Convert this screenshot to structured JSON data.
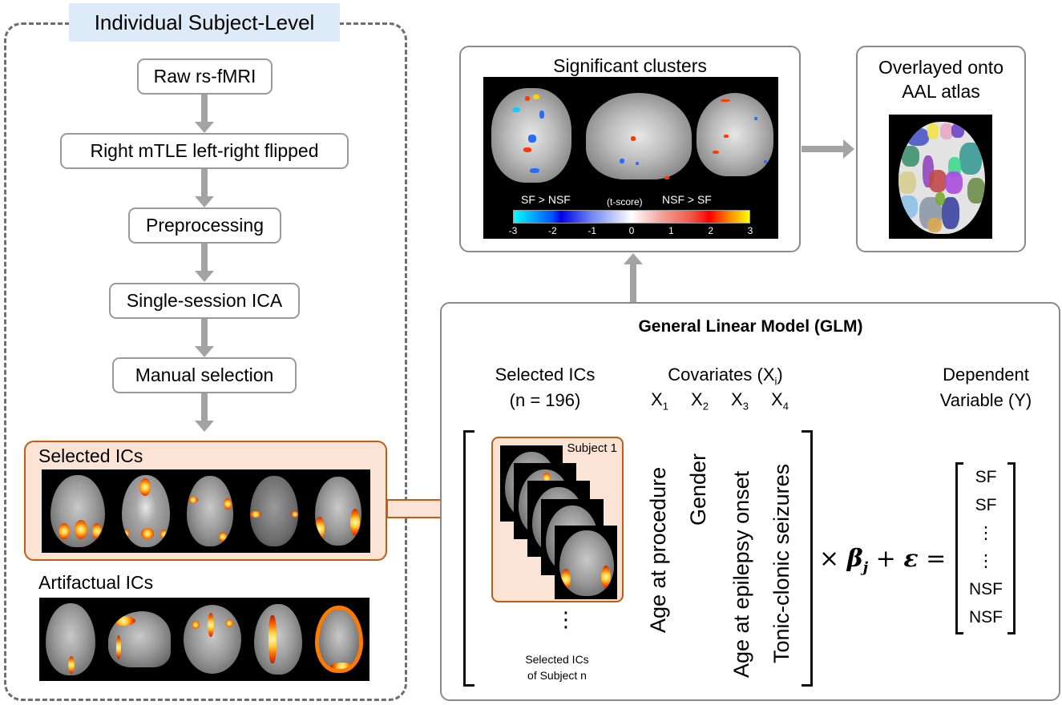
{
  "subject_level": {
    "title": "Individual Subject-Level",
    "steps": [
      "Raw rs-fMRI",
      "Right mTLE left-right flipped",
      "Preprocessing",
      "Single-session ICA",
      "Manual selection"
    ],
    "selected_ics_label": "Selected ICs",
    "artifactual_ics_label": "Artifactual ICs"
  },
  "significant_clusters": {
    "title": "Significant clusters",
    "contrast_left": "SF > NSF",
    "colorbar_label": "(t-score)",
    "contrast_right": "NSF > SF",
    "colorbar_ticks": [
      "-3",
      "-2",
      "-1",
      "0",
      "1",
      "2",
      "3"
    ],
    "colorbar_range": [
      -3,
      3
    ],
    "colorbar_colors": {
      "min": "#00ffff",
      "neg": "#0000e8",
      "zero": "#ffffff",
      "pos": "#ff0000",
      "max": "#ffff00"
    }
  },
  "atlas": {
    "title_line1": "Overlayed onto",
    "title_line2": "AAL atlas"
  },
  "glm": {
    "title": "General Linear Model (GLM)",
    "selected_ics_header_line1": "Selected ICs",
    "selected_ics_header_line2": "(n = 196)",
    "covariates_header": "Covariates (X",
    "covariates_header_sub": "i",
    "covariates_header_end": ")",
    "covariate_symbols": [
      {
        "base": "X",
        "sub": "1"
      },
      {
        "base": "X",
        "sub": "2"
      },
      {
        "base": "X",
        "sub": "3"
      },
      {
        "base": "X",
        "sub": "4"
      }
    ],
    "covariates": [
      "Age at procedure",
      "Gender",
      "Age at epilepsy onset",
      "Tonic-clonic seizures"
    ],
    "dependent_header_line1": "Dependent",
    "dependent_header_line2": "Variable (Y)",
    "subject_label": "Subject 1",
    "ellipsis": "⋮",
    "caption_line1": "Selected ICs",
    "caption_line2": "of Subject n",
    "equation_times": "×",
    "equation_beta": "β",
    "equation_beta_sub": "j",
    "equation_plus": "+",
    "equation_epsilon": "ε",
    "equation_equals": "=",
    "y_values": [
      "SF",
      "SF",
      "⋮",
      "⋮",
      "NSF",
      "NSF"
    ]
  },
  "colors": {
    "accent_orange": "#c55a11",
    "orange_fill": "#fbe4d5",
    "title_bg": "#ddeaf7",
    "arrow_gray": "#a3a3a3"
  }
}
